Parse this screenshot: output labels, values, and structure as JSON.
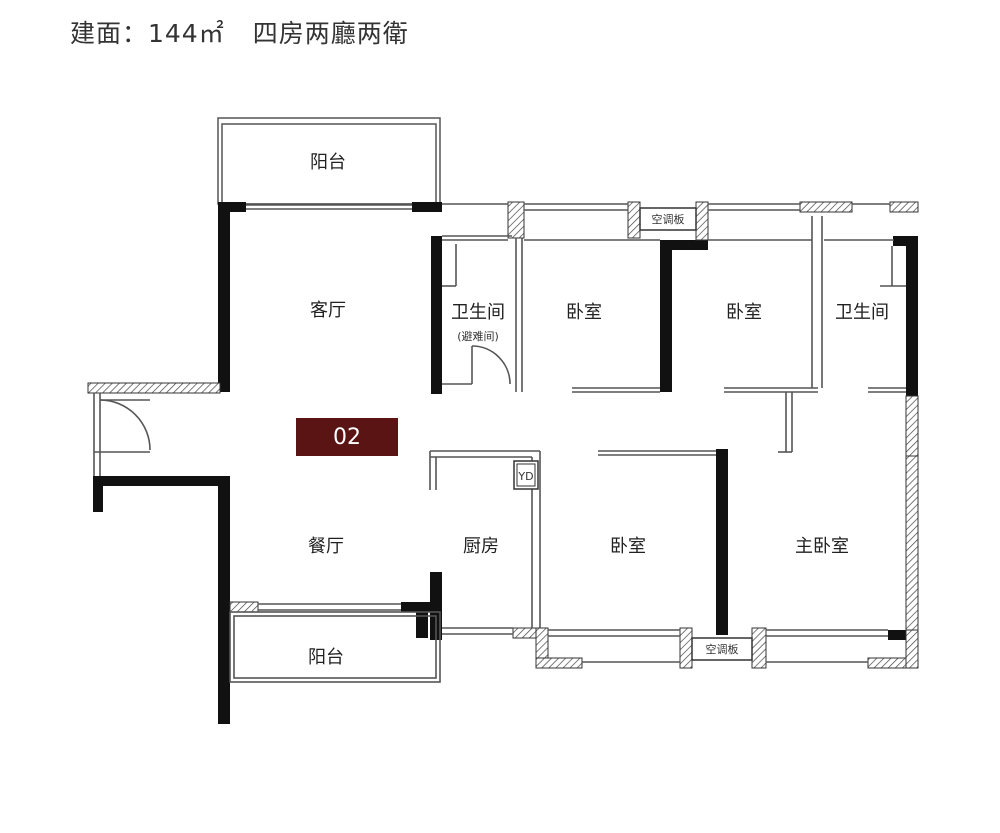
{
  "header": {
    "area_label": "建面：144㎡",
    "layout_label": "四房两廳两衛"
  },
  "plan": {
    "unit_number": "02",
    "rooms": {
      "balcony_top": "阳台",
      "living_room": "客厅",
      "bathroom_left": "卫生间",
      "bathroom_left_note": "(避难间)",
      "bedroom_1": "卧室",
      "bedroom_2": "卧室",
      "bathroom_right": "卫生间",
      "dining_room": "餐厅",
      "kitchen": "厨房",
      "bedroom_3": "卧室",
      "master_bedroom": "主卧室",
      "balcony_bottom": "阳台",
      "ac_board_top": "空调板",
      "ac_board_bottom": "空调板",
      "flue": "YD"
    }
  },
  "colors": {
    "wall": "#111111",
    "thin_line": "#555555",
    "unit_badge": "#5a1414"
  }
}
